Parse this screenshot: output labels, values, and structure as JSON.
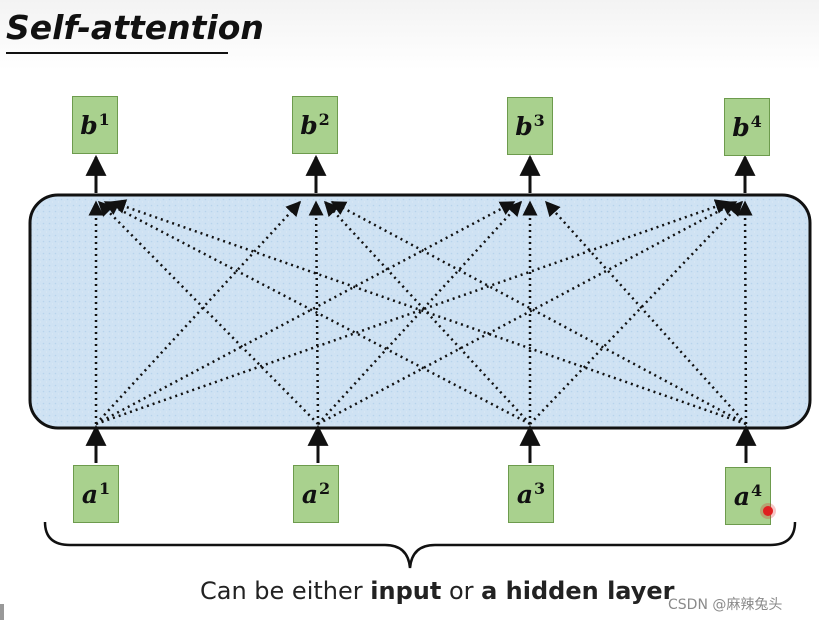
{
  "title": "Self-attention",
  "outputs": [
    {
      "symbol": "b",
      "index": "1"
    },
    {
      "symbol": "b",
      "index": "2"
    },
    {
      "symbol": "b",
      "index": "3"
    },
    {
      "symbol": "b",
      "index": "4"
    }
  ],
  "inputs": [
    {
      "symbol": "a",
      "index": "1"
    },
    {
      "symbol": "a",
      "index": "2"
    },
    {
      "symbol": "a",
      "index": "3"
    },
    {
      "symbol": "a",
      "index": "4"
    }
  ],
  "caption": {
    "prefix": "Can be either ",
    "bold1": "input",
    "middle": " or ",
    "bold2": "a hidden layer"
  },
  "watermark": "CSDN @麻辣兔头",
  "colors": {
    "box_fill": "#a9d18e",
    "box_border": "#6d9b4d",
    "panel_fill": "#cfe2f3",
    "panel_border": "#111111"
  }
}
